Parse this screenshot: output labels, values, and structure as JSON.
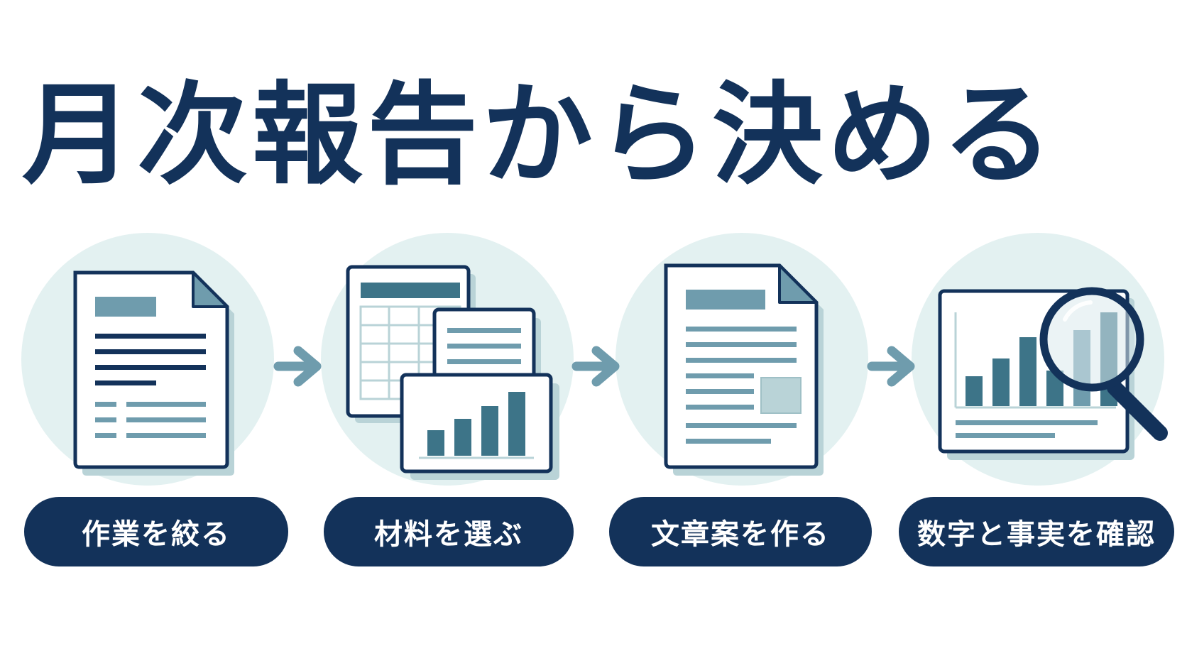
{
  "title": "月次報告から決める",
  "steps": [
    {
      "label": "作業を絞る",
      "icon": "document-icon"
    },
    {
      "label": "材料を選ぶ",
      "icon": "spreadsheet-and-charts-icon"
    },
    {
      "label": "文章案を作る",
      "icon": "draft-document-icon"
    },
    {
      "label": "数字と事実を確認",
      "icon": "chart-magnifier-icon"
    }
  ],
  "colors": {
    "navy": "#13325a",
    "teal": "#6f9cad",
    "teal_dark": "#3d7488",
    "circle_bg": "#e3f1f1",
    "shadow": "#b9d3d7",
    "arrow": "#6f9cad"
  }
}
